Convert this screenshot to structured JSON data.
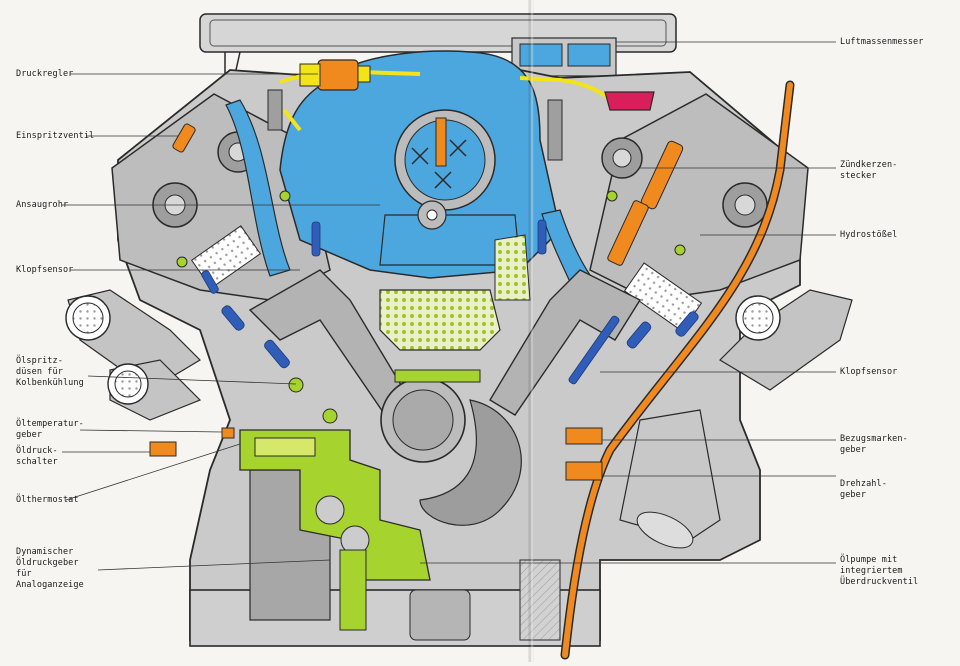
{
  "colors": {
    "block": "#c9c9c9",
    "block_dark": "#a9a9a9",
    "outline": "#2a2a2a",
    "intake": "#4da7df",
    "oil_channel": "#2f5db8",
    "green": "#a6d32e",
    "orange": "#f18a1e",
    "yellow": "#f2e418",
    "magenta": "#d81e5b",
    "paper": "#f6f5f2"
  },
  "labels": {
    "druckregler": "Druckregler",
    "einspritzventil": "Einspritzventil",
    "ansaugrohr": "Ansaugrohr",
    "klopfsensor_left": "Klopfsensor",
    "oelspritzduesen": "Ölspritz-\ndüsen für\nKolbenkühlung",
    "oeltemperaturgeber": "Öltemperatur-\ngeber",
    "oeldruckschalter": "Öldruck-\nschalter",
    "oelthermostat": "Ölthermostat",
    "dyn_oeldruckgeber": "Dynamischer\nÖldruckgeber\nfür\nAnaloganzeige",
    "luftmassenmesser": "Luftmassenmesser",
    "zuendkerzenstecker": "Zündkerzen-\nstecker",
    "hydrostoessel": "Hydrostößel",
    "klopfsensor_right": "Klopfsensor",
    "bezugsmarkengeber": "Bezugsmarken-\ngeber",
    "drehzahlgeber": "Drehzahl-\ngeber",
    "oelpumpe": "Ölpumpe mit integriertem\nÜberdruckventil"
  }
}
